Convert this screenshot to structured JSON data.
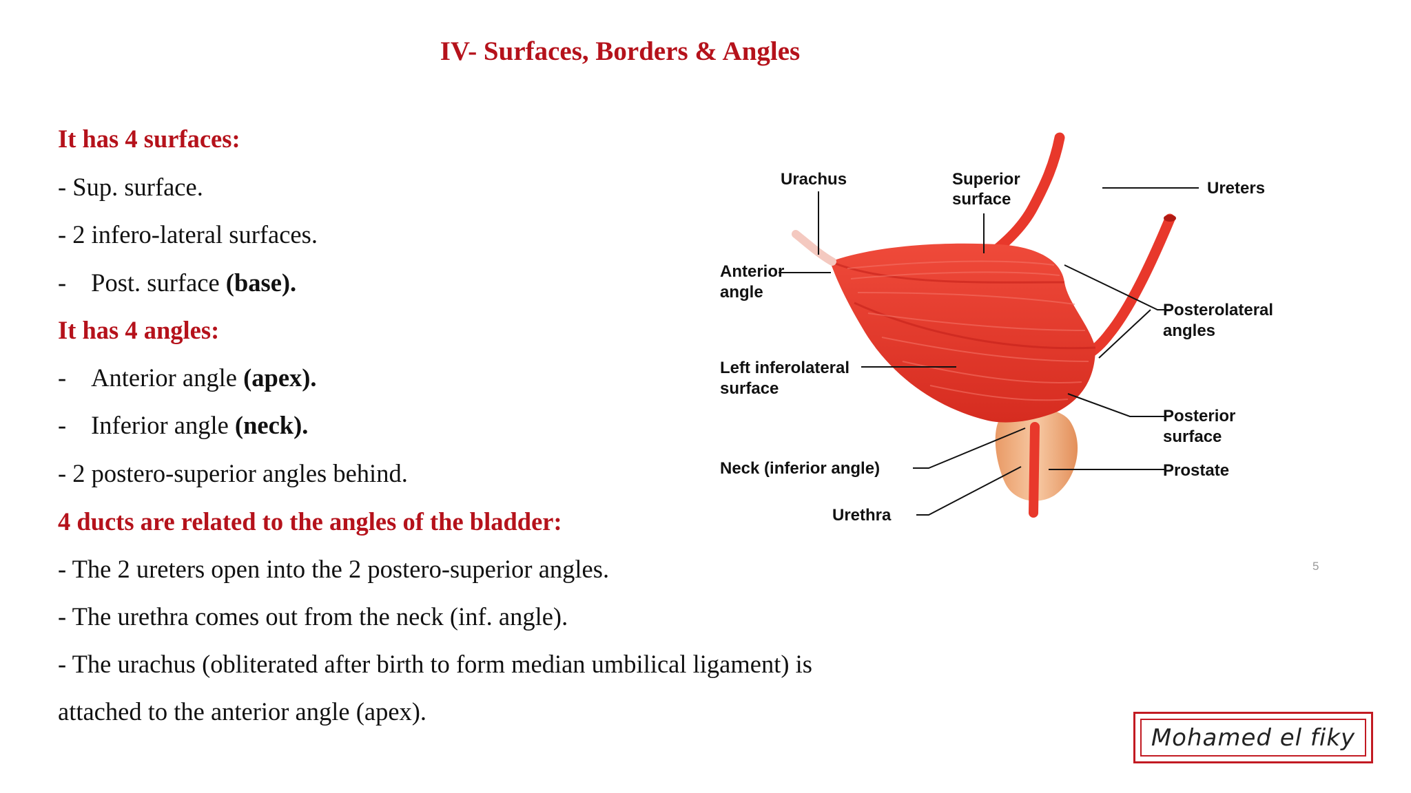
{
  "slide": {
    "title": "IV- Surfaces, Borders & Angles",
    "page_number": "5"
  },
  "content": {
    "surfaces_heading": "It has 4 surfaces:",
    "surfaces": [
      {
        "text": "- Sup. surface."
      },
      {
        "text": "- 2 infero-lateral surfaces."
      },
      {
        "dash": "-",
        "text": "Post. surface ",
        "bold": "(base)."
      }
    ],
    "angles_heading": "It has 4 angles:",
    "angles": [
      {
        "dash": "-",
        "text": "Anterior angle ",
        "bold": "(apex)."
      },
      {
        "dash": "-",
        "text": "Inferior angle ",
        "bold": "(neck)."
      },
      {
        "text": "- 2 postero-superior angles behind."
      }
    ],
    "ducts_heading": "4 ducts are related to the angles of the bladder:",
    "ducts": [
      "- The 2 ureters open into the 2 postero-superior angles.",
      "- The urethra comes out from the neck (inf. angle).",
      "- The urachus (obliterated after birth to form median umbilical ligament) is",
      "attached to the anterior angle (apex)."
    ]
  },
  "diagram": {
    "labels": {
      "urachus": "Urachus",
      "superior_surface_1": "Superior",
      "superior_surface_2": "surface",
      "ureters": "Ureters",
      "anterior_angle_1": "Anterior",
      "anterior_angle_2": "angle",
      "posterolateral_1": "Posterolateral",
      "posterolateral_2": "angles",
      "left_inferolateral_1": "Left inferolateral",
      "left_inferolateral_2": "surface",
      "posterior_surface_1": "Posterior",
      "posterior_surface_2": "surface",
      "neck": "Neck (inferior angle)",
      "prostate": "Prostate",
      "urethra": "Urethra"
    },
    "colors": {
      "muscle": "#e8382b",
      "muscle_dark": "#c4221a",
      "prostate": "#f2b07e",
      "urachus": "#f4c9c0"
    }
  },
  "signature": {
    "text": "Mohamed el fiky",
    "color": "#c21a22"
  }
}
